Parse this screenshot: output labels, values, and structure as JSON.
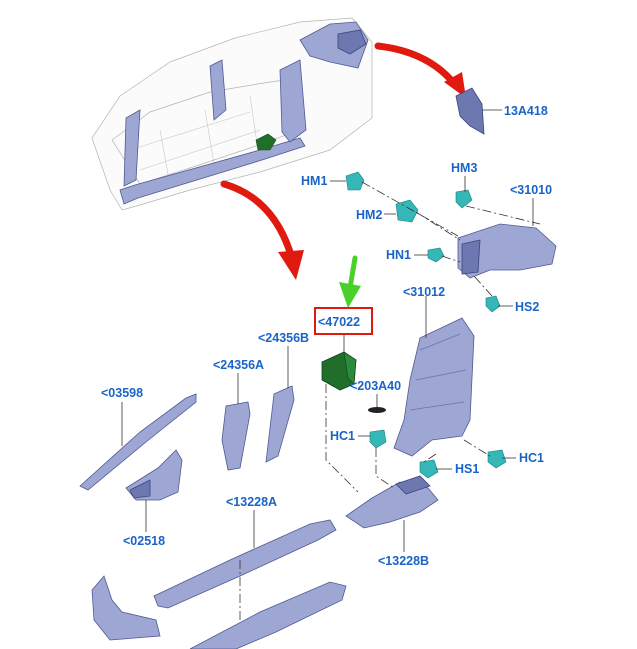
{
  "colors": {
    "label": "#1a64c8",
    "arrow_red": "#e01a0f",
    "arrow_green": "#49d12a",
    "highlight_box": "#e01a0f",
    "part_fill": "#9ea6d3",
    "clip_fill": "#35b7b7",
    "selected_part": "#1f6f2b"
  },
  "callouts": {
    "c13A418": "13A418",
    "c31010": "<31010",
    "cHM3": "HM3",
    "cHM1": "HM1",
    "cHM2": "HM2",
    "cHN1": "HN1",
    "cHS2": "HS2",
    "c31012": "<31012",
    "c47022": "<47022",
    "c24356B": "<24356B",
    "c24356A": "<24356A",
    "c203A40": "<203A40",
    "c03598": "<03598",
    "cHC1a": "HC1",
    "cHC1b": "HC1",
    "cHS1": "HS1",
    "c13228A": "<13228A",
    "c02518": "<02518",
    "c13228B": "<13228B"
  },
  "highlighted_part": "<47022"
}
